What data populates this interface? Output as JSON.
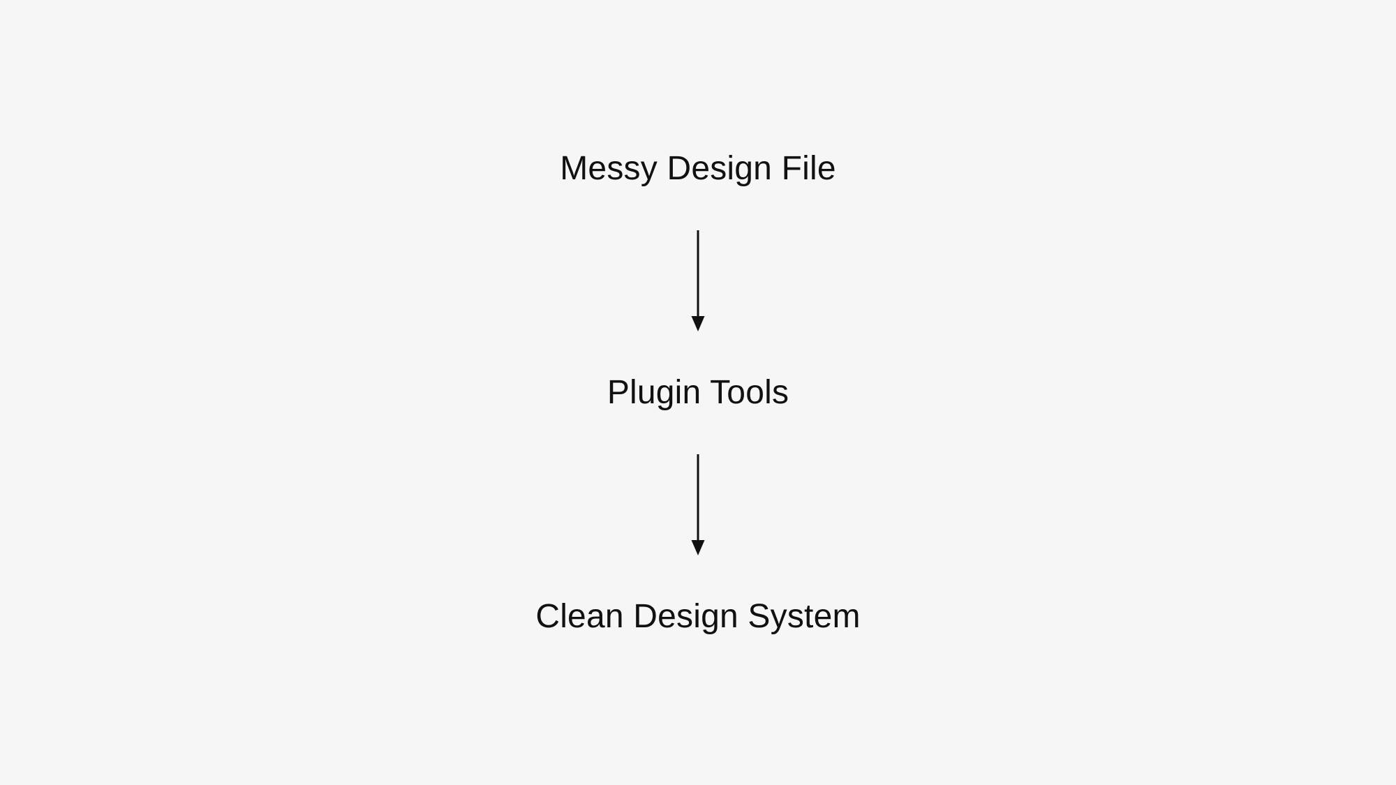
{
  "colors": {
    "background": "#f6f6f6",
    "foreground": "#111111"
  },
  "diagram": {
    "type": "vertical-flow",
    "nodes": [
      {
        "label": "Messy Design File"
      },
      {
        "label": "Plugin Tools"
      },
      {
        "label": "Clean Design System"
      }
    ],
    "connectors": [
      {
        "from": "Messy Design File",
        "to": "Plugin Tools",
        "style": "down-arrow"
      },
      {
        "from": "Plugin Tools",
        "to": "Clean Design System",
        "style": "down-arrow"
      }
    ]
  }
}
